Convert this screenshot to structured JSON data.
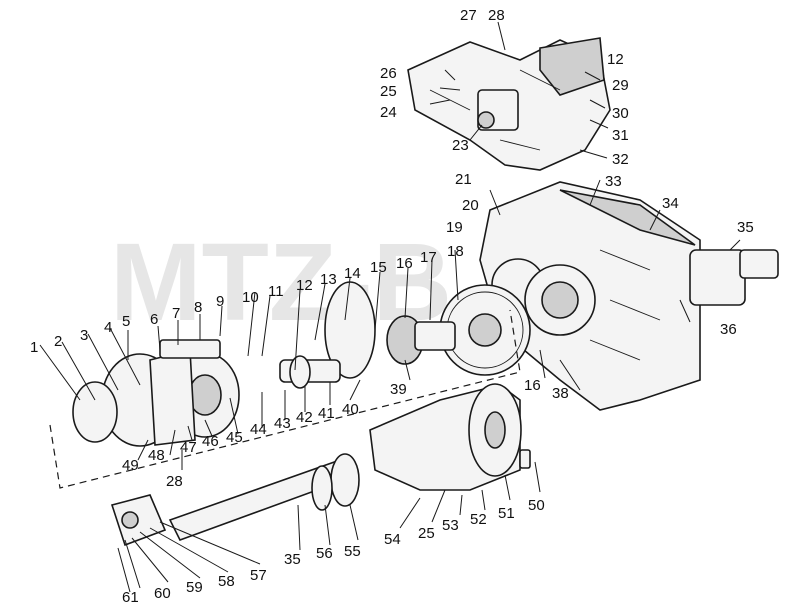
{
  "watermark": "MTZ-B",
  "labels": [
    "27",
    "28",
    "12",
    "26",
    "25",
    "24",
    "29",
    "30",
    "23",
    "31",
    "32",
    "21",
    "33",
    "34",
    "20",
    "19",
    "35",
    "18",
    "17",
    "16",
    "15",
    "14",
    "13",
    "12",
    "11",
    "10",
    "9",
    "8",
    "7",
    "6",
    "5",
    "4",
    "3",
    "2",
    "1",
    "36",
    "39",
    "16",
    "38",
    "40",
    "41",
    "42",
    "43",
    "44",
    "45",
    "46",
    "47",
    "48",
    "49",
    "28",
    "50",
    "51",
    "52",
    "53",
    "25",
    "54",
    "55",
    "56",
    "35",
    "57",
    "58",
    "59",
    "60",
    "61"
  ]
}
